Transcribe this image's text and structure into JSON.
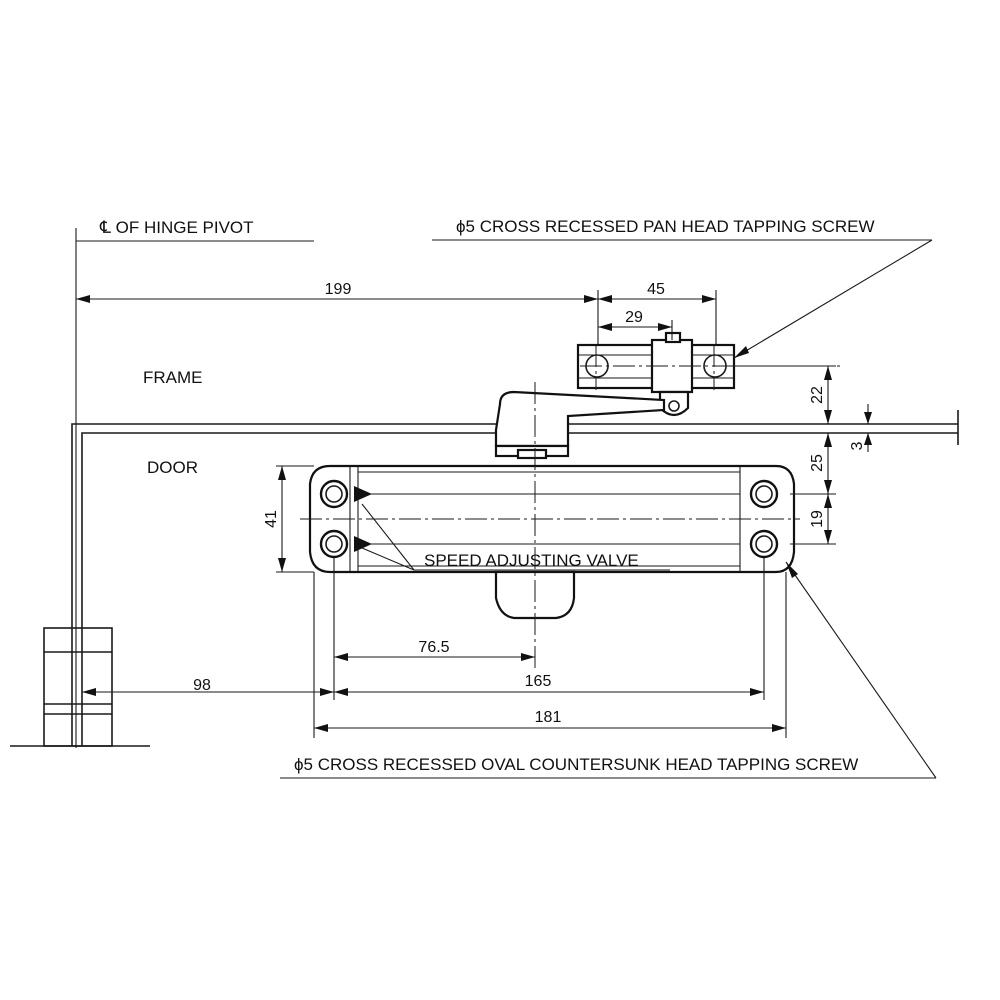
{
  "labels": {
    "hinge_pivot": "℄ OF HINGE PIVOT",
    "pan_head_screw": "ϕ5 CROSS RECESSED PAN HEAD TAPPING SCREW",
    "frame": "FRAME",
    "door": "DOOR",
    "speed_valve": "SPEED ADJUSTING VALVE",
    "oval_screw": "ϕ5 CROSS RECESSED OVAL COUNTERSUNK HEAD TAPPING SCREW"
  },
  "dimensions": {
    "d199": "199",
    "d45": "45",
    "d29": "29",
    "d22": "22",
    "d3": "3",
    "d25": "25",
    "d19": "19",
    "d41": "41",
    "d76_5": "76.5",
    "d165": "165",
    "d98": "98",
    "d181": "181"
  }
}
